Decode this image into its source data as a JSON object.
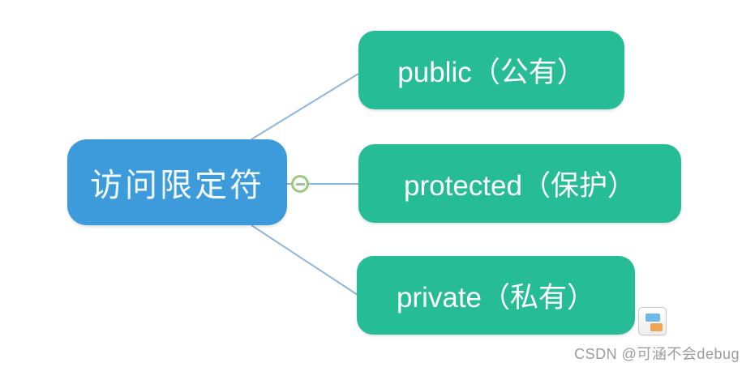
{
  "mindmap": {
    "root": {
      "label": "访问限定符",
      "fill": "#3E9BDB",
      "text_color": "#F2F9FF"
    },
    "children": [
      {
        "label": "public（公有）"
      },
      {
        "label": "protected（保护）"
      },
      {
        "label": "private（私有）"
      }
    ],
    "child_fill": "#26BD96",
    "child_text_color": "#FFFFFF",
    "edge_color": "#8EB7DD",
    "collapse_button": {
      "state": "expanded",
      "glyph": "minus",
      "ring_color": "#9BCB7E",
      "bar_color": "#A8BCA4"
    }
  },
  "watermark": {
    "text": "CSDN @可涵不会debug",
    "color": "#9C9C9C"
  },
  "corner_widget": {
    "blue_block": "#6FB9E8",
    "orange_block": "#F0A455"
  }
}
